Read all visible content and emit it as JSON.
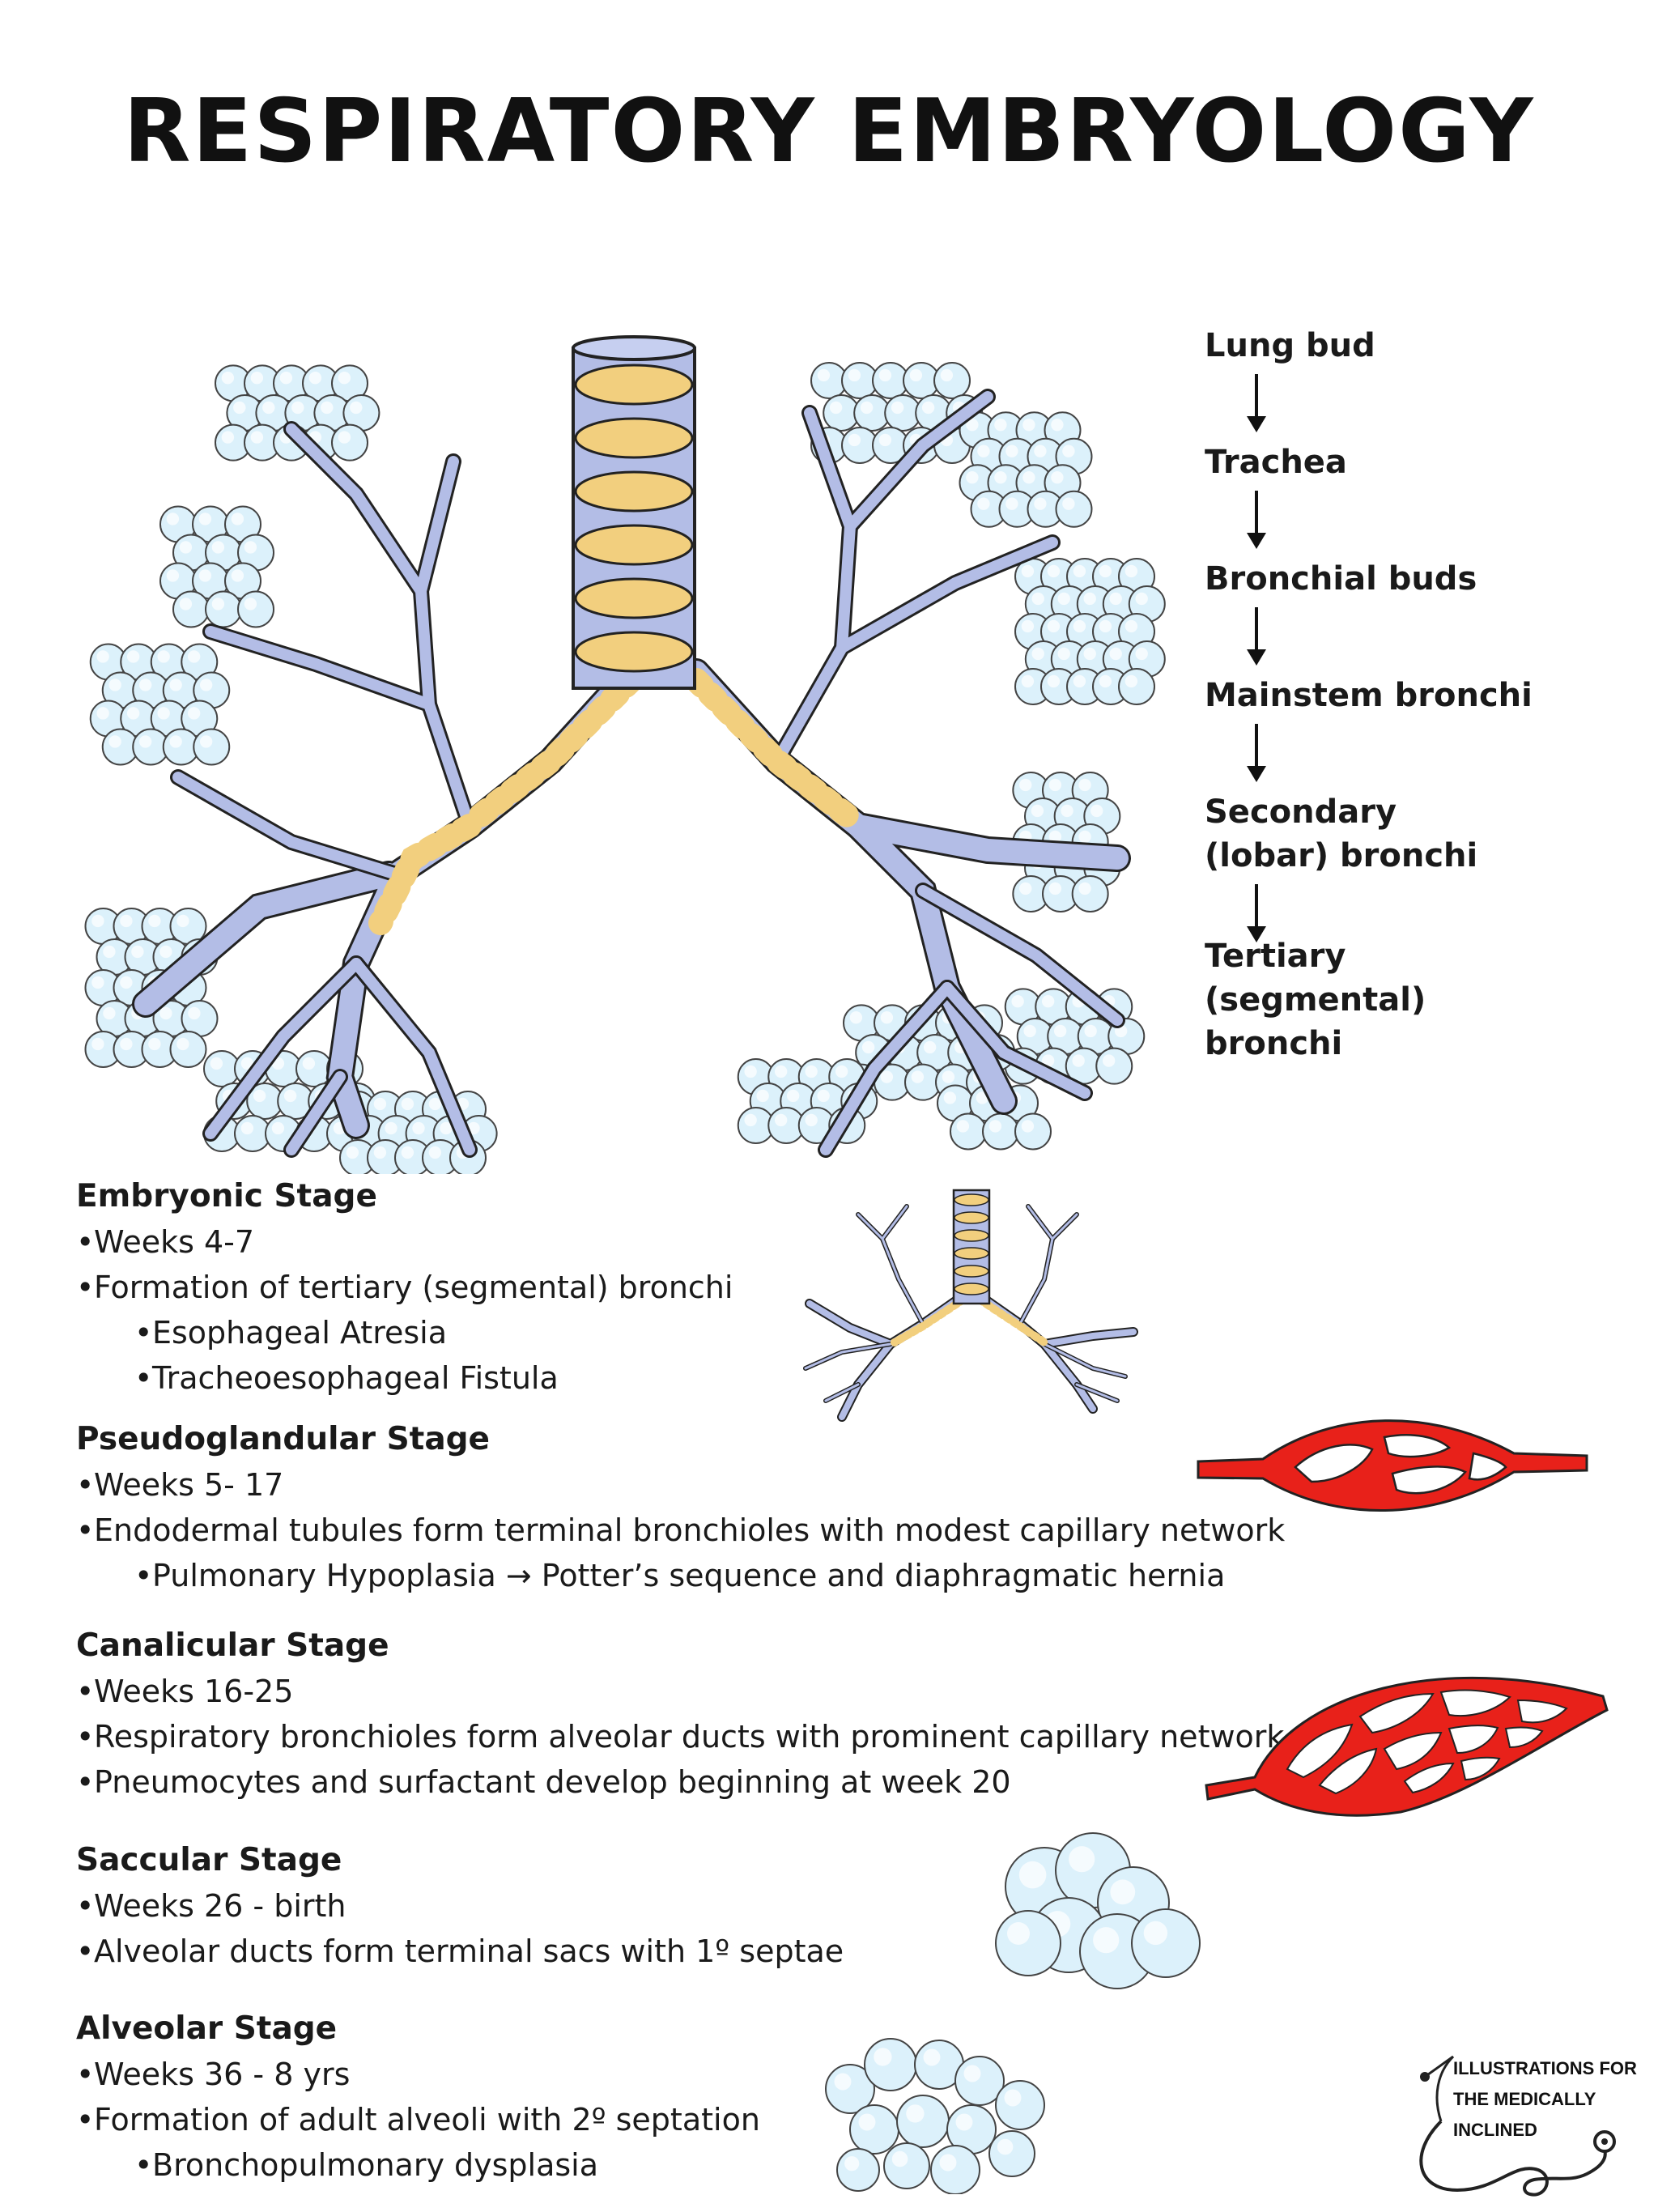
{
  "title": "RESPIRATORY EMBRYOLOGY",
  "flow": [
    {
      "label": "Lung bud"
    },
    {
      "label": "Trachea"
    },
    {
      "label": "Bronchial buds"
    },
    {
      "label": "Mainstem bronchi"
    },
    {
      "label": "Secondary (lobar) bronchi"
    },
    {
      "label": "Tertiary (segmental) bronchi"
    }
  ],
  "stages": [
    {
      "title": "Embryonic Stage",
      "bullets": [
        {
          "text": "Weeks 4-7",
          "sub": false
        },
        {
          "text": "Formation of tertiary (segmental) bronchi",
          "sub": false
        },
        {
          "text": "Esophageal Atresia",
          "sub": true
        },
        {
          "text": "Tracheoesophageal Fistula",
          "sub": true
        }
      ]
    },
    {
      "title": "Pseudoglandular Stage",
      "bullets": [
        {
          "text": "Weeks 5- 17",
          "sub": false
        },
        {
          "text": "Endodermal tubules form terminal bronchioles with modest capillary network",
          "sub": false
        },
        {
          "text": "Pulmonary Hypoplasia → Potter’s sequence and diaphragmatic hernia",
          "sub": true
        }
      ]
    },
    {
      "title": "Canalicular Stage",
      "bullets": [
        {
          "text": "Weeks 16-25",
          "sub": false
        },
        {
          "text": "Respiratory bronchioles form alveolar ducts with prominent capillary network",
          "sub": false
        },
        {
          "text": "Pneumocytes and surfactant develop beginning at week 20",
          "sub": false
        }
      ]
    },
    {
      "title": "Saccular Stage",
      "bullets": [
        {
          "text": "Weeks 26 - birth",
          "sub": false
        },
        {
          "text": "Alveolar ducts form terminal sacs with 1º septae",
          "sub": false
        }
      ]
    },
    {
      "title": "Alveolar Stage",
      "bullets": [
        {
          "text": "Weeks 36 - 8 yrs",
          "sub": false
        },
        {
          "text": "Formation of adult alveoli with 2º septation",
          "sub": false
        },
        {
          "text": "Bronchopulmonary dysplasia",
          "sub": true
        }
      ]
    }
  ],
  "credit": {
    "line1": "ILLUSTRATIONS FOR",
    "line2": "THE MEDICALLY",
    "line3": "INCLINED"
  },
  "colors": {
    "airway": "#b3bde6",
    "cartilage": "#f2cf7e",
    "alveoli": "#dcf1fb",
    "capillary": "#e8211a"
  }
}
